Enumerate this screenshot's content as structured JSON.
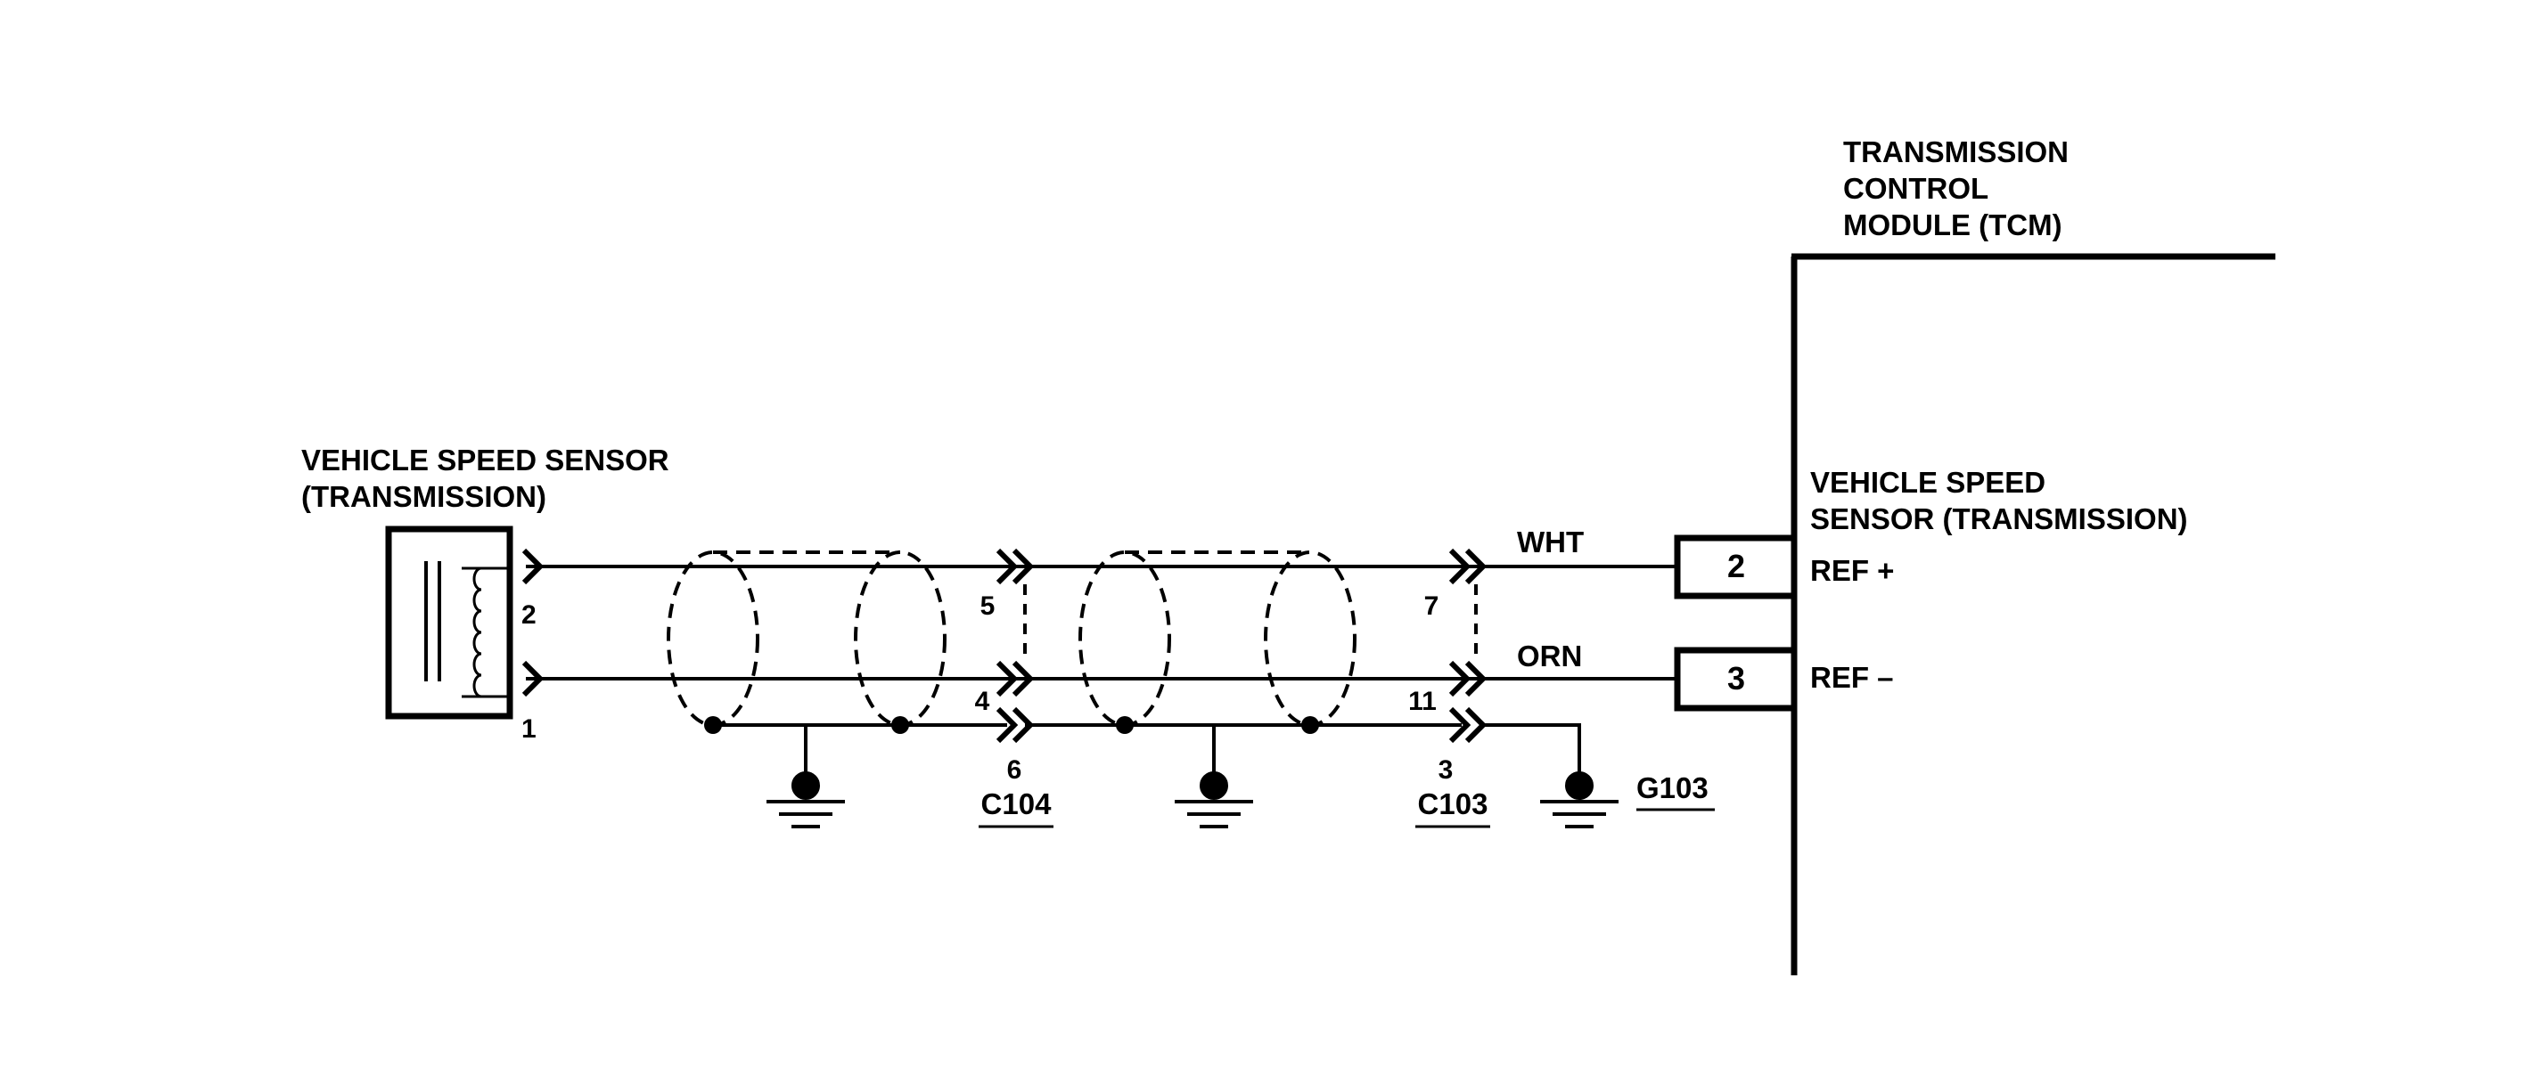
{
  "tcm": {
    "title_lines": [
      "TRANSMISSION",
      "CONTROL",
      "MODULE (TCM)"
    ],
    "input_label_lines": [
      "VEHICLE SPEED",
      "SENSOR (TRANSMISSION)"
    ],
    "pins": [
      {
        "number": "2",
        "label": "REF +"
      },
      {
        "number": "3",
        "label": "REF –"
      }
    ]
  },
  "sensor": {
    "title_lines": [
      "VEHICLE SPEED SENSOR",
      "(TRANSMISSION)"
    ],
    "pins": [
      "2",
      "1"
    ]
  },
  "connectors": [
    {
      "name": "C104",
      "pins": [
        "5",
        "4",
        "6"
      ]
    },
    {
      "name": "C103",
      "pins": [
        "7",
        "11",
        "3"
      ]
    }
  ],
  "wires": [
    {
      "color": "WHT"
    },
    {
      "color": "ORN"
    }
  ],
  "ground": {
    "name": "G103"
  }
}
